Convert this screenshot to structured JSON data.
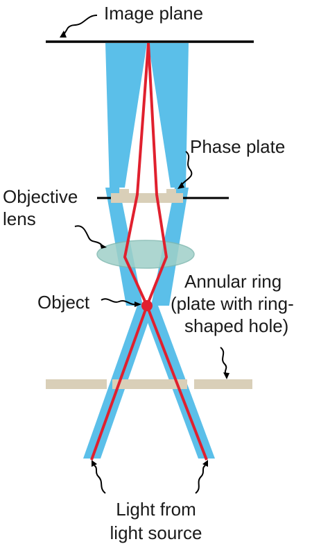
{
  "labels": {
    "image_plane": "Image plane",
    "phase_plate": "Phase plate",
    "objective_lens_line1": "Objective",
    "objective_lens_line2": "lens",
    "object": "Object",
    "annular_ring_line1": "Annular ring",
    "annular_ring_line2": "(plate with ring-",
    "annular_ring_line3": "shaped hole)",
    "light_line1": "Light from",
    "light_line2": "light source"
  },
  "colors": {
    "beam": "#5bbfe9",
    "ray": "#e0202e",
    "plate": "#d9cfb8",
    "lens": "#9fd0c8",
    "line": "#000000"
  }
}
